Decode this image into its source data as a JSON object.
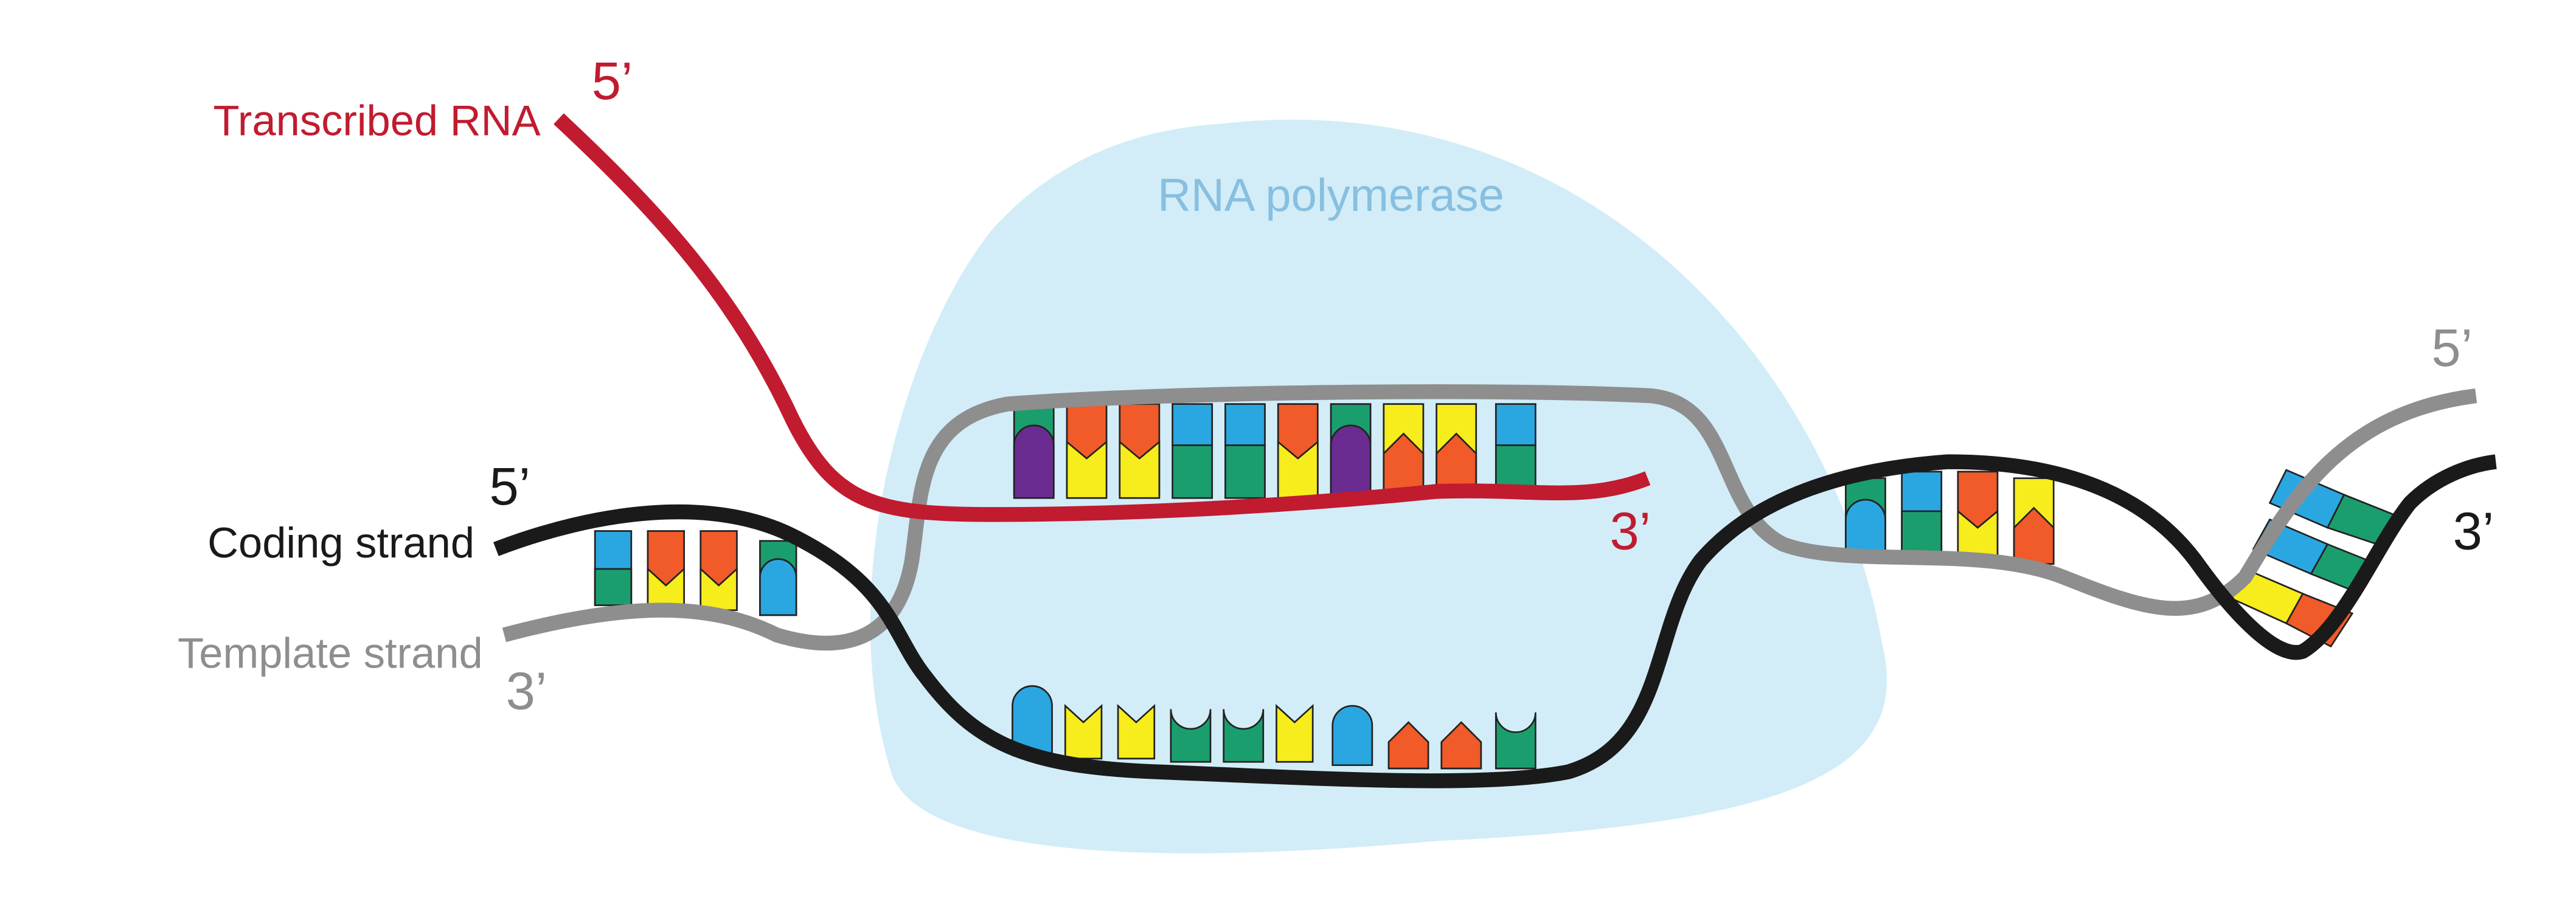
{
  "labels": {
    "rna": "Transcribed RNA",
    "rna_5": "5’",
    "rna_3": "3’",
    "polymerase": "RNA polymerase",
    "coding": "Coding strand",
    "coding_5": "5’",
    "coding_3": "3’",
    "template": "Template strand",
    "template_3": "3’",
    "template_5": "5’"
  },
  "colors": {
    "rna": "#c11b2f",
    "coding": "#1a1a1a",
    "template": "#8e8e8e",
    "polymerase": "#d2edf8",
    "polymerase_label": "#87bfe0",
    "base_blue": "#2aa7e1",
    "base_green": "#1b9e6e",
    "base_orange": "#f15a29",
    "base_yellow": "#f7ec1c",
    "base_purple": "#6b2c91"
  }
}
